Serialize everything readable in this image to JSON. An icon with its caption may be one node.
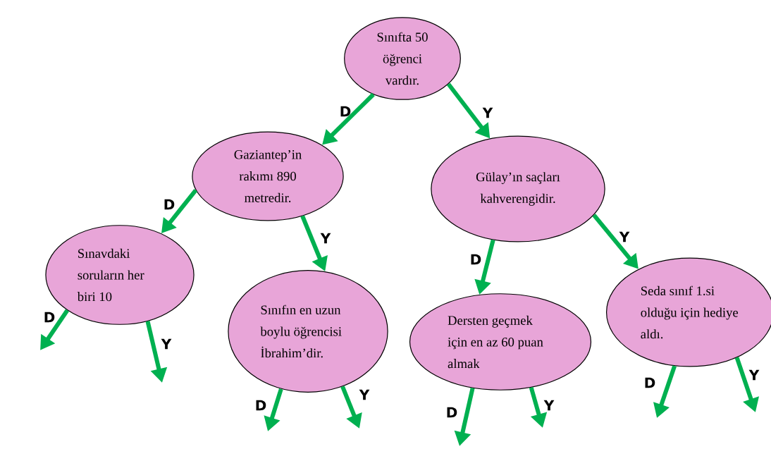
{
  "diagram": {
    "nodes": [
      {
        "text": [
          "Sınıfta 50 öğrenci vardır."
        ]
      },
      {
        "text": [
          "Gaziantep’in rakımı 890 metredir."
        ]
      },
      {
        "text": [
          "Gülay’ın saçları kahverengidir."
        ]
      },
      {
        "text": [
          "Sınavdaki soruların her biri 10"
        ]
      },
      {
        "text": [
          "Sınıfın en uzun boylu öğrencisi İbrahim’dir."
        ]
      },
      {
        "text": [
          "Dersten geçmek için en az 60 puan almak"
        ]
      },
      {
        "text": [
          "Seda sınıf 1.si olduğu için hediye aldı."
        ]
      }
    ],
    "edges": [
      {
        "from": 0,
        "to": 1,
        "arrow": "to",
        "label": "D"
      },
      {
        "from": 0,
        "to": 2,
        "arrow": "to",
        "label": "Y"
      },
      {
        "from": 1,
        "to": 3,
        "arrow": "to",
        "label": "D"
      },
      {
        "from": 1,
        "to": 4,
        "arrow": "to",
        "label": "Y"
      },
      {
        "from": 3,
        "to": null,
        "arrow": "to",
        "label": "D"
      },
      {
        "from": 3,
        "to": null,
        "arrow": "to",
        "label": "Y"
      },
      {
        "from": 4,
        "to": null,
        "arrow": "to",
        "label": "D"
      },
      {
        "from": 4,
        "to": null,
        "arrow": "to",
        "label": "Y"
      },
      {
        "from": 2,
        "to": 5,
        "arrow": "to",
        "label": "D"
      },
      {
        "from": 2,
        "to": 6,
        "arrow": "to",
        "label": "Y"
      },
      {
        "from": 5,
        "to": null,
        "arrow": "to",
        "label": "D"
      },
      {
        "from": 5,
        "to": null,
        "arrow": "to",
        "label": "Y"
      },
      {
        "from": 6,
        "to": null,
        "arrow": "to",
        "label": "D"
      },
      {
        "from": 6,
        "to": null,
        "arrow": "to",
        "label": "Y"
      }
    ]
  }
}
